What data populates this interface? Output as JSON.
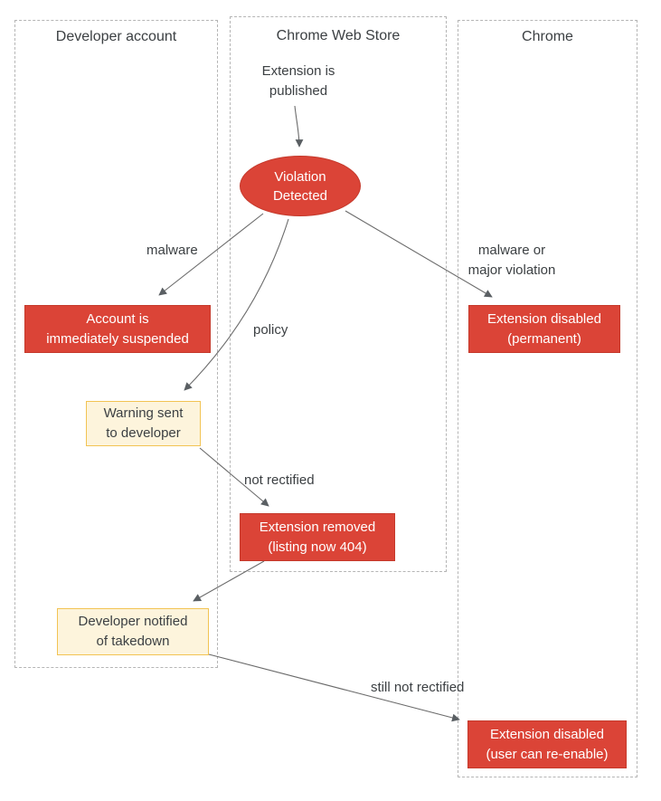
{
  "diagram": {
    "title_implicit": "Chrome Web Store violation enforcement flow",
    "colors": {
      "node_red": "#db4437",
      "node_red_border": "#c5392b",
      "node_yellow": "#fdf4dc",
      "node_yellow_border": "#f2c353",
      "lane_border": "#b5b5b5",
      "text": "#3c4043",
      "arrow_line": "#6b6b6b"
    },
    "lanes": [
      {
        "title": "Developer account"
      },
      {
        "title": "Chrome Web Store"
      },
      {
        "title": "Chrome"
      }
    ],
    "nodes": {
      "published": "Extension is\npublished",
      "violation": "Violation\nDetected",
      "account_suspended": "Account is\nimmediately suspended",
      "disabled_permanent": "Extension disabled\n(permanent)",
      "warning_sent": "Warning sent\nto developer",
      "extension_removed": "Extension removed\n(listing now 404)",
      "developer_notified": "Developer notified\nof takedown",
      "disabled_reenable": "Extension disabled\n(user can re-enable)"
    },
    "edge_labels": {
      "malware": "malware",
      "malware_or_major": "malware or\nmajor violation",
      "policy": "policy",
      "not_rectified": "not rectified",
      "still_not_rectified": "still not rectified"
    }
  }
}
